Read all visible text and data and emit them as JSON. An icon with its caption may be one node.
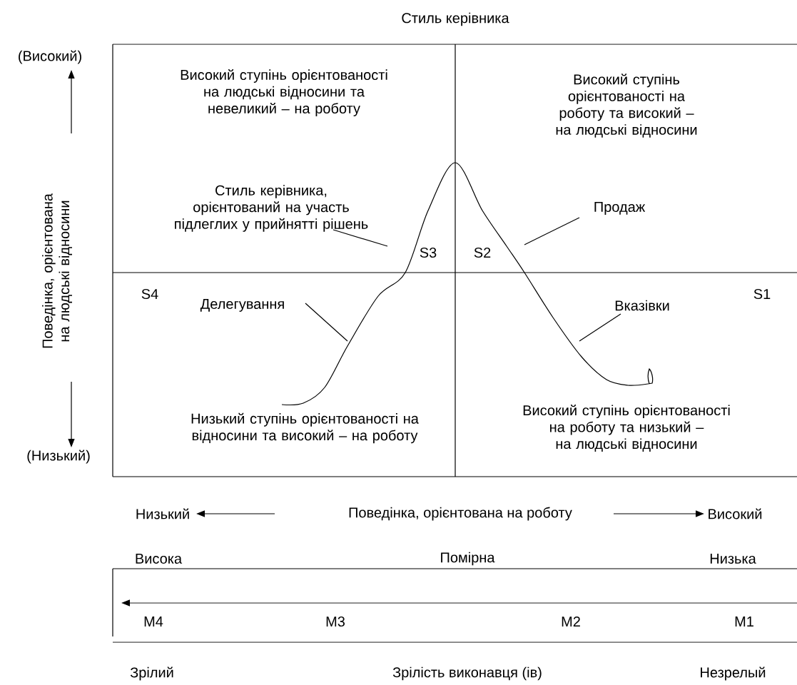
{
  "diagram": {
    "title": "Стиль керівника",
    "nodes": [
      {
        "text": [
          "Стиль керівника, орієнтований на участь підлеглих у прийнятті рішень"
        ]
      },
      {
        "text": [
          "Продаж"
        ]
      },
      {
        "text": [
          "Делегування"
        ]
      },
      {
        "text": [
          "Вказівки"
        ]
      }
    ],
    "edges": [
      {
        "from": 0,
        "to": null,
        "arrow": "none"
      },
      {
        "from": 1,
        "to": null,
        "arrow": "none"
      },
      {
        "from": 2,
        "to": null,
        "arrow": "none"
      },
      {
        "from": 3,
        "to": null,
        "arrow": "none"
      }
    ],
    "labels": [
      "(Високий)",
      "Високий ступінь орієнтованості на людські відносини та невеликий – на роботу",
      "Високий ступінь орієнтованості на роботу та високий – на людські відносини",
      "Поведінка, орієнтована на людські відносини",
      "S3",
      "S2",
      "S4",
      "S1",
      "(Низький)",
      "Низький ступінь орієнтованості на відносини та високий – на роботу",
      "Високий ступінь орієнтованості на роботу та низький – на людські відносини",
      "Низький",
      "Поведінка, орієнтована на роботу",
      "Високий",
      "Висока",
      "Помірна",
      "Низька",
      "M4",
      "M3",
      "M2",
      "M1",
      "Зрілий",
      "Зрілість виконавця (ів)",
      "Незрелый"
    ]
  }
}
